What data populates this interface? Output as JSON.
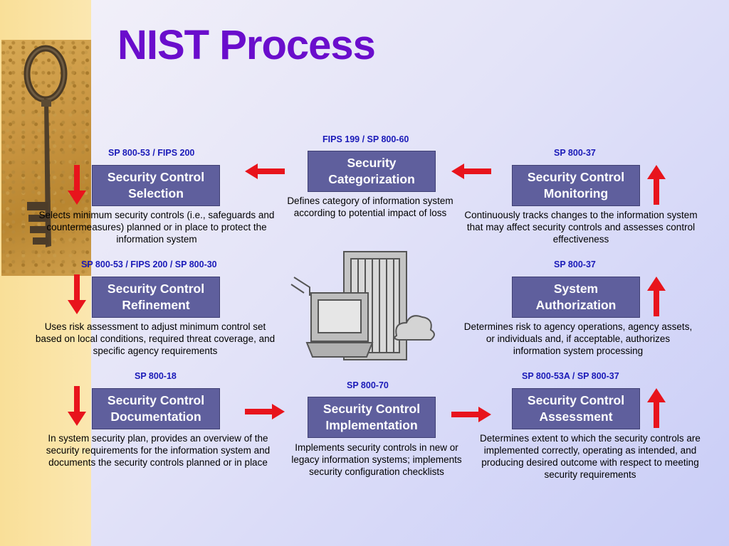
{
  "title": "NIST Process",
  "colors": {
    "title": "#6a0dcc",
    "box_fill": "#5f5f9d",
    "reference": "#1a1ab8",
    "arrow": "#e8141c"
  },
  "steps": {
    "categorization": {
      "reference": "FIPS 199 / SP 800-60",
      "label": "Security Categorization",
      "description": "Defines category of information system according to potential impact of loss"
    },
    "selection": {
      "reference": "SP 800-53 / FIPS 200",
      "label": "Security Control Selection",
      "description": "Selects minimum security controls (i.e., safeguards and countermeasures) planned or in place to protect the information system"
    },
    "refinement": {
      "reference": "SP 800-53 / FIPS 200 / SP 800-30",
      "label": "Security Control Refinement",
      "description": "Uses risk assessment to adjust minimum control set based on local conditions, required threat coverage, and specific agency requirements"
    },
    "documentation": {
      "reference": "SP 800-18",
      "label": "Security Control Documentation",
      "description": "In system security plan, provides an overview of the security requirements for the information system and documents the security controls planned or in place"
    },
    "implementation": {
      "reference": "SP 800-70",
      "label": "Security Control Implementation",
      "description": "Implements security controls in new or legacy information systems; implements security configuration checklists"
    },
    "assessment": {
      "reference": "SP 800-53A / SP 800-37",
      "label": "Security Control Assessment",
      "description": "Determines extent to which the security controls are implemented correctly, operating as intended, and producing desired outcome with respect to meeting security requirements"
    },
    "authorization": {
      "reference": "SP 800-37",
      "label": "System Authorization",
      "description": "Determines risk to agency operations, agency assets, or individuals and, if acceptable, authorizes information system processing"
    },
    "monitoring": {
      "reference": "SP 800-37",
      "label": "Security Control Monitoring",
      "description": "Continuously tracks changes to the information system that may affect security controls and assesses control effectiveness"
    }
  }
}
